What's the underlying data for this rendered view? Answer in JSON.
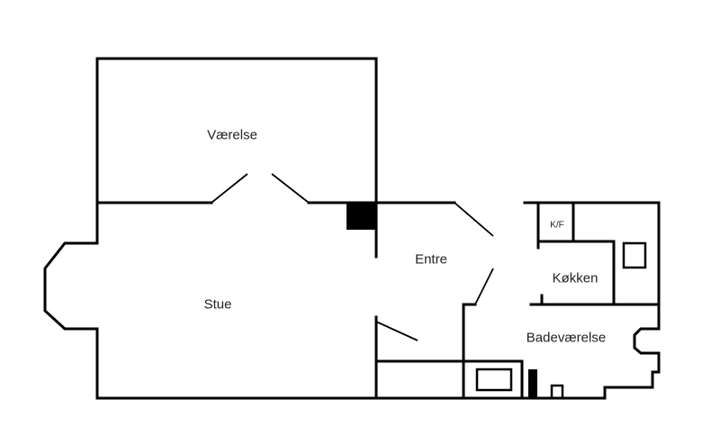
{
  "rooms": {
    "vaerelse": "Værelse",
    "stue": "Stue",
    "entre": "Entre",
    "kokken": "Køkken",
    "badevaerelse": "Badeværelse",
    "kf": "K/F"
  }
}
